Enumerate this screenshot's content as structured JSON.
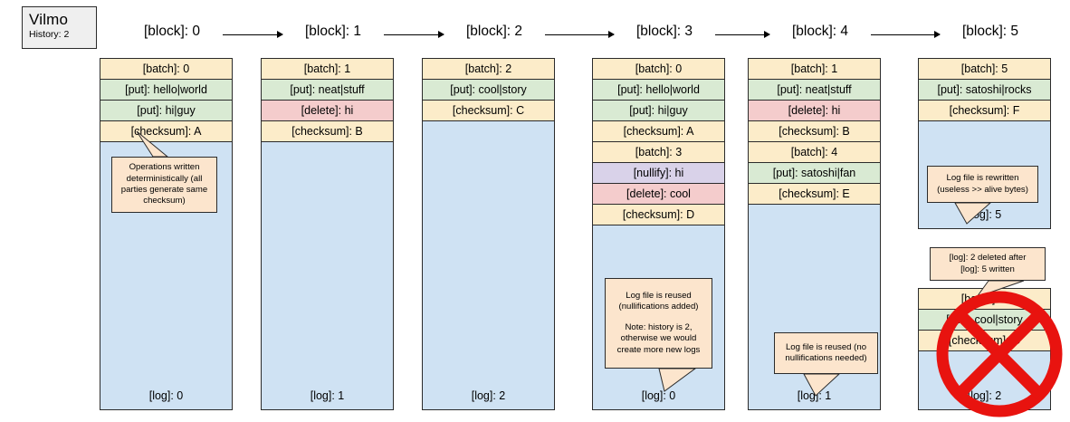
{
  "legend": {
    "title": "Vilmo",
    "subtitle": "History: 2"
  },
  "columns": [
    {
      "header": "[block]: 0",
      "has_arrow_after": true,
      "blocks": [
        {
          "rows": [
            {
              "kind": "batch",
              "text": "[batch]: 0"
            },
            {
              "kind": "put",
              "text": "[put]: hello|world"
            },
            {
              "kind": "put",
              "text": "[put]: hi|guy"
            },
            {
              "kind": "checksum",
              "text": "[checksum]: A"
            }
          ],
          "log_label": "[log]: 0",
          "callout": {
            "lines": [
              "Operations written",
              "deterministically (all",
              "parties generate same",
              "checksum)"
            ]
          }
        }
      ]
    },
    {
      "header": "[block]: 1",
      "has_arrow_after": true,
      "blocks": [
        {
          "rows": [
            {
              "kind": "batch",
              "text": "[batch]: 1"
            },
            {
              "kind": "put",
              "text": "[put]: neat|stuff"
            },
            {
              "kind": "delete",
              "text": "[delete]: hi"
            },
            {
              "kind": "checksum",
              "text": "[checksum]: B"
            }
          ],
          "log_label": "[log]: 1",
          "callout": null
        }
      ]
    },
    {
      "header": "[block]: 2",
      "has_arrow_after": true,
      "blocks": [
        {
          "rows": [
            {
              "kind": "batch",
              "text": "[batch]: 2"
            },
            {
              "kind": "put",
              "text": "[put]: cool|story"
            },
            {
              "kind": "checksum",
              "text": "[checksum]: C"
            }
          ],
          "log_label": "[log]: 2",
          "callout": null
        }
      ]
    },
    {
      "header": "[block]: 3",
      "has_arrow_after": true,
      "blocks": [
        {
          "rows": [
            {
              "kind": "batch",
              "text": "[batch]: 0"
            },
            {
              "kind": "put",
              "text": "[put]: hello|world"
            },
            {
              "kind": "put",
              "text": "[put]: hi|guy"
            },
            {
              "kind": "checksum",
              "text": "[checksum]: A"
            },
            {
              "kind": "batch",
              "text": "[batch]: 3"
            },
            {
              "kind": "nullify",
              "text": "[nullify]: hi"
            },
            {
              "kind": "delete",
              "text": "[delete]: cool"
            },
            {
              "kind": "checksum",
              "text": "[checksum]: D"
            }
          ],
          "log_label": "[log]: 0",
          "callout": {
            "lines": [
              "Log file is reused",
              "(nullifications added)"
            ],
            "lines2": [
              "Note: history is 2,",
              "otherwise we would",
              "create more new logs"
            ]
          }
        }
      ]
    },
    {
      "header": "[block]: 4",
      "has_arrow_after": true,
      "blocks": [
        {
          "rows": [
            {
              "kind": "batch",
              "text": "[batch]: 1"
            },
            {
              "kind": "put",
              "text": "[put]: neat|stuff"
            },
            {
              "kind": "delete",
              "text": "[delete]: hi"
            },
            {
              "kind": "checksum",
              "text": "[checksum]: B"
            },
            {
              "kind": "batch",
              "text": "[batch]: 4"
            },
            {
              "kind": "put",
              "text": "[put]: satoshi|fan"
            },
            {
              "kind": "checksum",
              "text": "[checksum]: E"
            }
          ],
          "log_label": "[log]: 1",
          "callout": {
            "lines": [
              "Log file is reused (no",
              "nullifications needed)"
            ]
          }
        }
      ]
    },
    {
      "header": "[block]: 5",
      "has_arrow_after": false,
      "blocks": [
        {
          "rows": [
            {
              "kind": "batch",
              "text": "[batch]: 5"
            },
            {
              "kind": "put",
              "text": "[put]: satoshi|rocks"
            },
            {
              "kind": "checksum",
              "text": "[checksum]: F"
            }
          ],
          "log_label": "[log]: 5",
          "callout": {
            "lines": [
              "Log file is rewritten",
              "(useless >> alive bytes)"
            ]
          }
        },
        {
          "rows": [
            {
              "kind": "batch",
              "text": "[batch]: 2"
            },
            {
              "kind": "put",
              "text": "[put]: cool|story"
            },
            {
              "kind": "checksum",
              "text": "[checksum]: C"
            }
          ],
          "log_label": "[log]: 2",
          "deleted": true,
          "callout": {
            "lines": [
              "[log]: 2 deleted after",
              "[log]: 5 written"
            ]
          }
        }
      ]
    }
  ],
  "colors": {
    "batch": "#fcecc9",
    "put": "#d9ead3",
    "delete": "#f4cccc",
    "nullify": "#d9d2e9",
    "log": "#cfe2f3",
    "callout": "#fce5cd",
    "legend_bg": "#efefef",
    "stroke": "#2b2b2b",
    "deleted_mark": "#e8130f"
  }
}
